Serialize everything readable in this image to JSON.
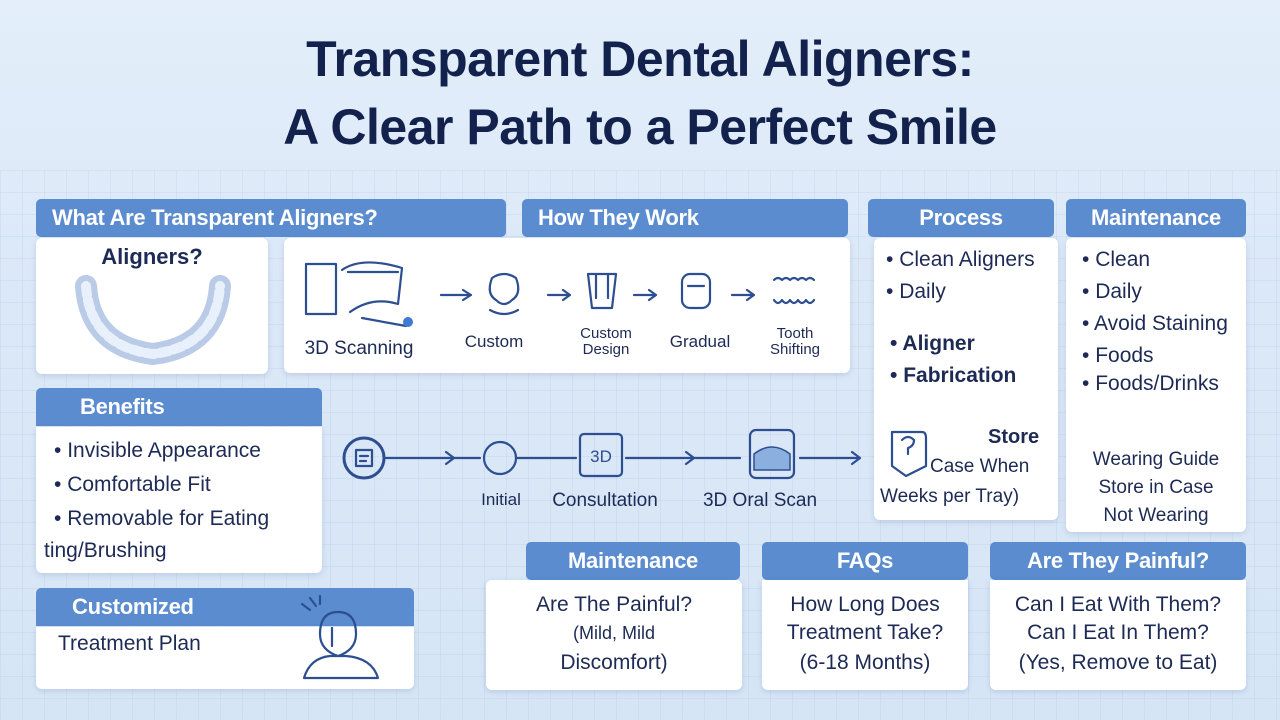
{
  "title": {
    "line1": "Transparent Dental Aligners:",
    "line2": "A Clear Path to a Perfect Smile"
  },
  "what": {
    "header": "What Are Transparent Aligners?",
    "sub": "Aligners?"
  },
  "how": {
    "header": "How They Work",
    "steps": [
      "3D Scanning",
      "Custom",
      "Custom Design",
      "Gradual",
      "Tooth Shifting"
    ]
  },
  "process": {
    "header": "Process",
    "items": [
      "Clean Aligners",
      "Daily",
      "Aligner",
      "Fabrication"
    ],
    "store_title": "Store",
    "store_lines": [
      "Case When",
      "Weeks per Tray)"
    ]
  },
  "maintenance_top": {
    "header": "Maintenance",
    "items": [
      "Clean",
      "Daily",
      "Avoid Staining",
      "Foods",
      "Foods/Drinks"
    ],
    "note_lines": [
      "Wearing Guide",
      "Store in Case",
      "Not Wearing"
    ]
  },
  "benefits": {
    "header": "Benefits",
    "items": [
      "Invisible Appearance",
      "Comfortable Fit",
      "Removable for Eating"
    ],
    "extra": "ting/Brushing"
  },
  "flow": {
    "steps": [
      "Initial",
      "Consultation",
      "3D Oral Scan"
    ]
  },
  "customized": {
    "header": "Customized",
    "body": "Treatment Plan"
  },
  "maintenance_bottom": {
    "header": "Maintenance",
    "lines": [
      "Are The Painful?",
      "(Mild, Mild",
      "Discomfort)"
    ]
  },
  "faqs": {
    "header": "FAQs",
    "lines": [
      "How Long Does",
      "Treatment Take?",
      "(6-18 Months)"
    ]
  },
  "painful": {
    "header": "Are They Painful?",
    "lines": [
      "Can I Eat With Them?",
      "Can I Eat In Them?",
      "(Yes, Remove to Eat)"
    ]
  },
  "colors": {
    "header": "#5b8ccf",
    "ink": "#1d2a55",
    "icon_stroke": "#2d4f92"
  }
}
